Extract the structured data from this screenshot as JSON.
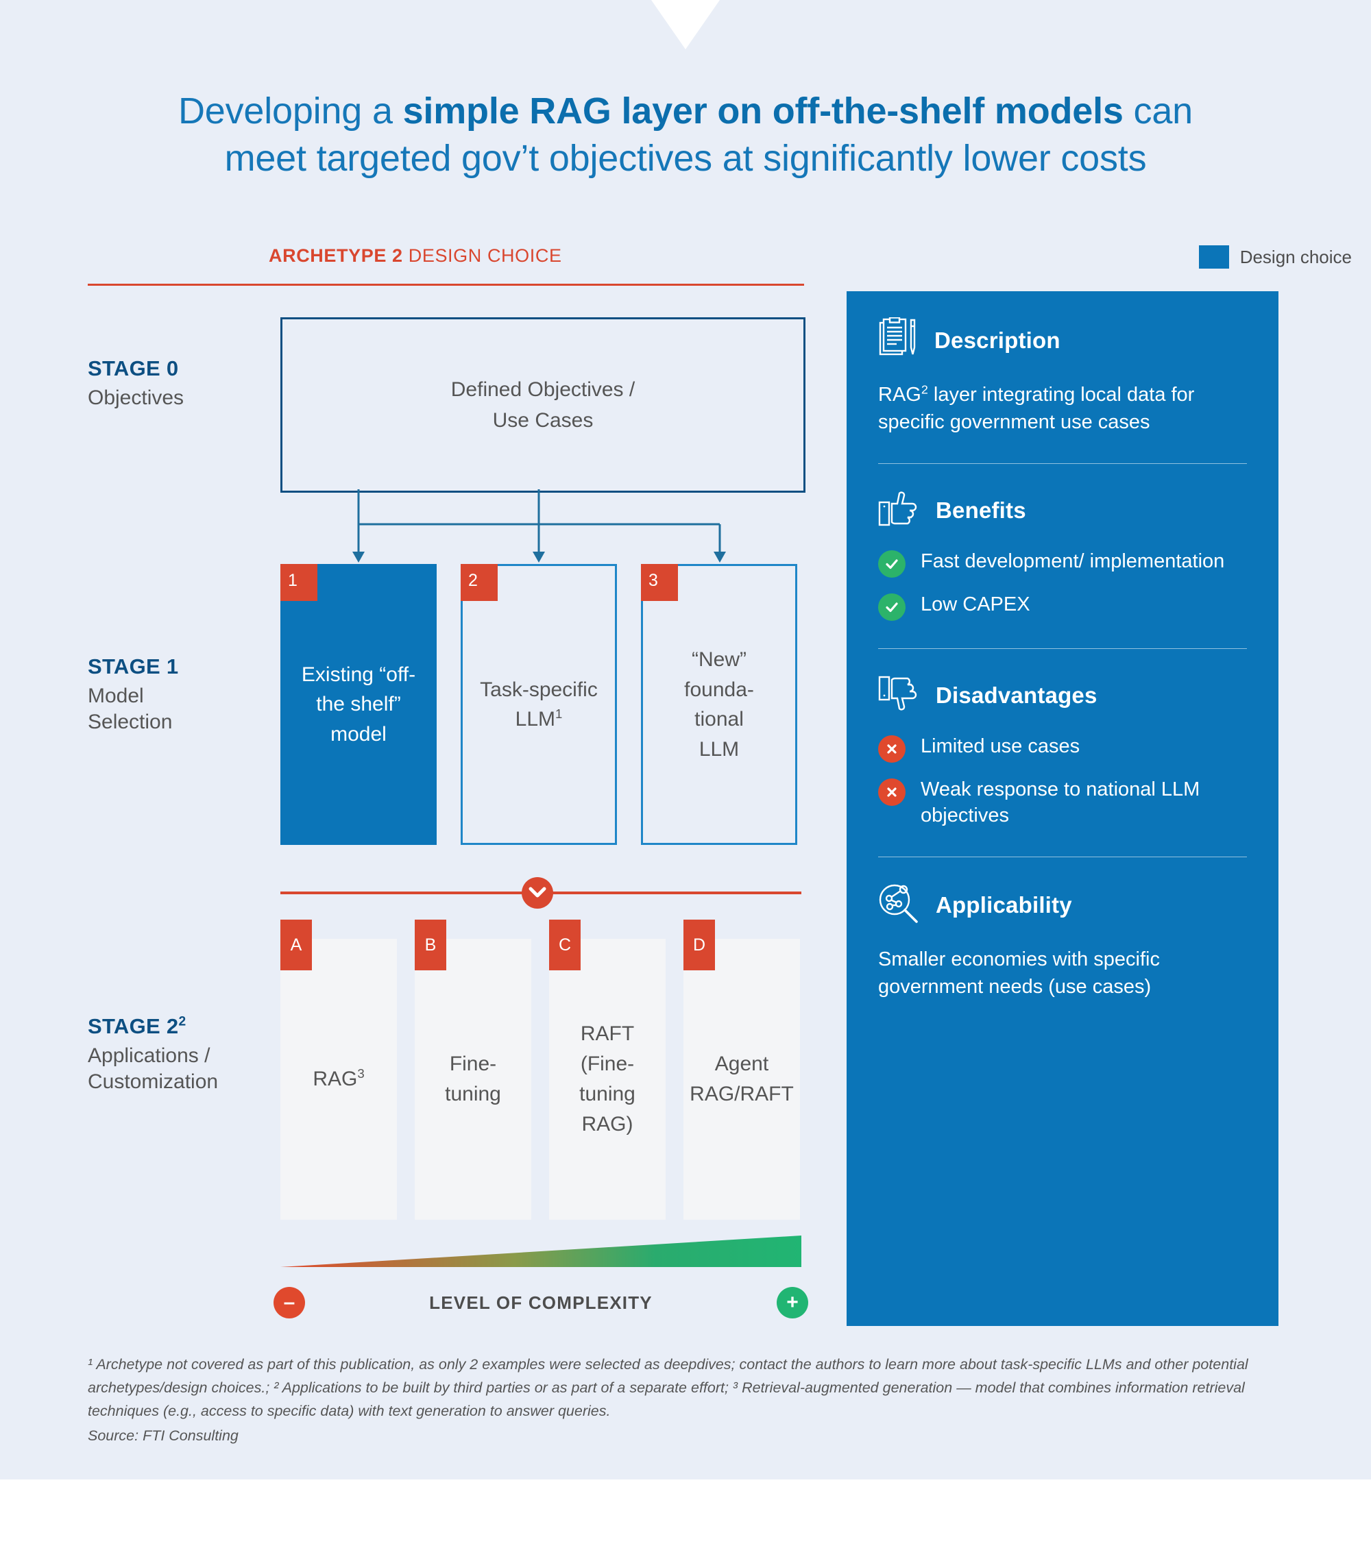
{
  "title": {
    "prefix": "Developing a ",
    "bold": "simple RAG layer on off-the-shelf models",
    "suffix": " can",
    "line2": "meet targeted gov’t objectives at significantly lower costs"
  },
  "header": {
    "archetype_bold": "ARCHETYPE 2",
    "archetype_rest": " DESIGN CHOICE",
    "legend_label": "Design choice"
  },
  "stages": {
    "stage0": {
      "title": "STAGE 0",
      "sub": "Objectives"
    },
    "stage1": {
      "title": "STAGE 1",
      "sub": "Model\nSelection"
    },
    "stage2": {
      "title": "STAGE 2",
      "title_sup": "2",
      "sub": "Applications /\nCustomization"
    }
  },
  "stage0_box": {
    "label": "Defined Objectives /\nUse Cases"
  },
  "stage1_boxes": [
    {
      "num": "1",
      "label": "Existing “off-\nthe shelf”\nmodel",
      "selected": true
    },
    {
      "num": "2",
      "label": "Task-specific\nLLM",
      "sup": "1",
      "selected": false
    },
    {
      "num": "3",
      "label": "“New”\nfounda-\ntional\nLLM",
      "selected": false
    }
  ],
  "stage2_boxes": [
    {
      "letter": "A",
      "label": "RAG",
      "sup": "3"
    },
    {
      "letter": "B",
      "label": "Fine-\ntuning"
    },
    {
      "letter": "C",
      "label": "RAFT\n(Fine-\ntuning\nRAG)"
    },
    {
      "letter": "D",
      "label": "Agent\nRAG/RAFT"
    }
  ],
  "complexity": {
    "label": "LEVEL OF COMPLEXITY",
    "minus": "–",
    "plus": "+",
    "low_color": "#e0492d",
    "high_color": "#21b573"
  },
  "panel": {
    "description": {
      "icon": "clipboard-pen-icon",
      "title": "Description",
      "body_pre": "RAG",
      "body_sup": "2",
      "body_post": " layer integrating local data for specific government use cases"
    },
    "benefits": {
      "icon": "thumbs-up-icon",
      "title": "Benefits",
      "items": [
        "Fast development/ implementation",
        "Low CAPEX"
      ]
    },
    "disadvantages": {
      "icon": "thumbs-down-icon",
      "title": "Disadvantages",
      "items": [
        "Limited use cases",
        "Weak response to national LLM objectives"
      ]
    },
    "applicability": {
      "icon": "magnifier-network-icon",
      "title": "Applicability",
      "body": "Smaller economies with specific government needs (use cases)"
    }
  },
  "footnotes": {
    "text": "¹ Archetype not covered as part of this publication, as only 2 examples were selected as deepdives; contact the authors to learn more about task-specific LLMs and other potential archetypes/design choices.; ² Applications to be built by third parties or as part of a separate effort; ³ Retrieval-augmented generation — model that combines information retrieval techniques (e.g., access to specific data) with text generation to answer queries.",
    "source": "Source: FTI Consulting"
  },
  "colors": {
    "background": "#e9eef7",
    "brand_blue": "#0b75b8",
    "dark_blue": "#0d4f82",
    "accent_red": "#d9472f",
    "green": "#2cb36a",
    "title_blue": "#1577b8"
  }
}
